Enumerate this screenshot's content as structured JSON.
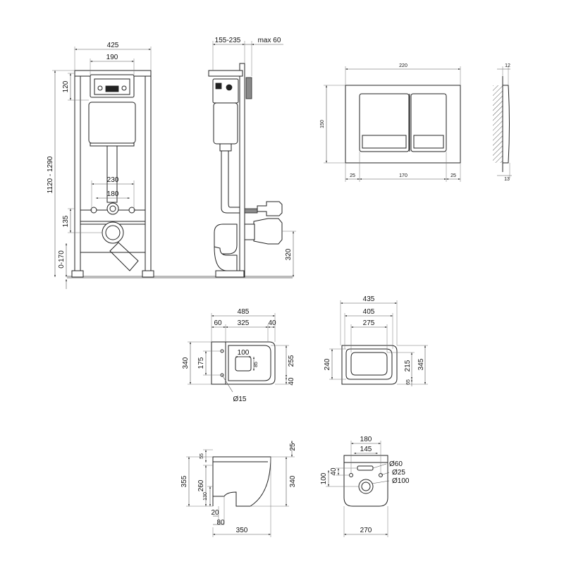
{
  "views": {
    "frame_front": {
      "width_total": "425",
      "width_top": "190",
      "height_120": "120",
      "height_range": "1120 - 1290",
      "width_230": "230",
      "width_180": "180",
      "height_135": "135",
      "height_0_170": "0-170"
    },
    "frame_side": {
      "depth_range": "155-235",
      "max_depth": "max 60",
      "height_320": "320"
    },
    "flush_plate": {
      "width": "220",
      "height": "150",
      "margin_left": "25",
      "middle": "170",
      "margin_right": "25",
      "thickness_top": "12",
      "thickness_bottom": "13"
    },
    "bowl_top": {
      "width_485": "485",
      "width_60": "60",
      "width_325": "325",
      "width_40": "40",
      "width_100": "100",
      "height_85": "85",
      "height_340": "340",
      "height_175": "175",
      "height_255": "255",
      "height_40": "40",
      "hole_dia": "Ø15"
    },
    "seat_top": {
      "width_435": "435",
      "width_405": "405",
      "width_275": "275",
      "height_240": "240",
      "height_215": "215",
      "height_345": "345",
      "height_65": "65"
    },
    "bowl_side": {
      "height_55": "55",
      "height_355": "355",
      "height_260": "260",
      "height_130": "130",
      "width_20": "20",
      "width_80": "80",
      "width_350": "350",
      "height_25": "25",
      "height_340": "340"
    },
    "bowl_back": {
      "width_180": "180",
      "width_145": "145",
      "height_40": "40",
      "height_100": "100",
      "dia_60": "Ø60",
      "dia_25": "Ø25",
      "dia_100": "Ø100",
      "width_270": "270"
    }
  }
}
